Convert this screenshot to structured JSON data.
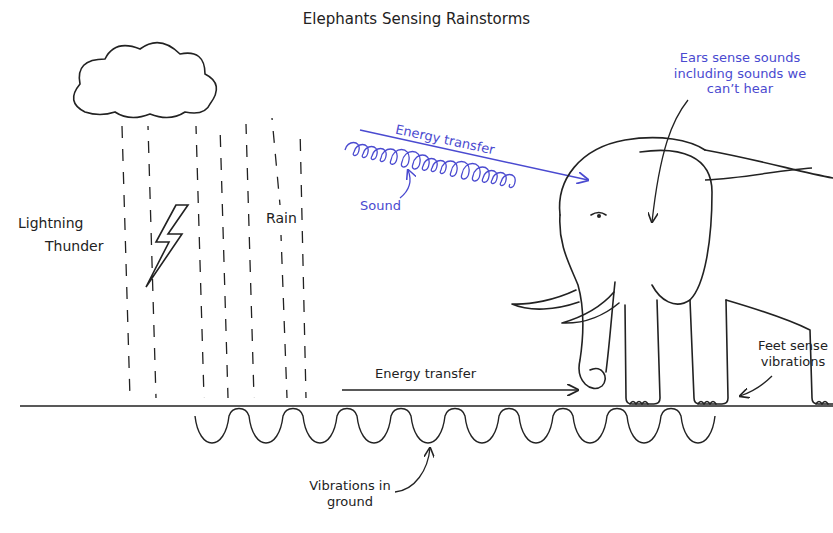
{
  "diagram": {
    "title": "Elephants Sensing Rainstorms",
    "labels": [
      "Ears sense sounds including sounds we can’t hear",
      "Energy transfer",
      "Sound",
      "Lightning",
      "Rain",
      "Thunder",
      "Energy transfer",
      "Feet sense vibrations",
      "Vibrations in ground"
    ]
  }
}
